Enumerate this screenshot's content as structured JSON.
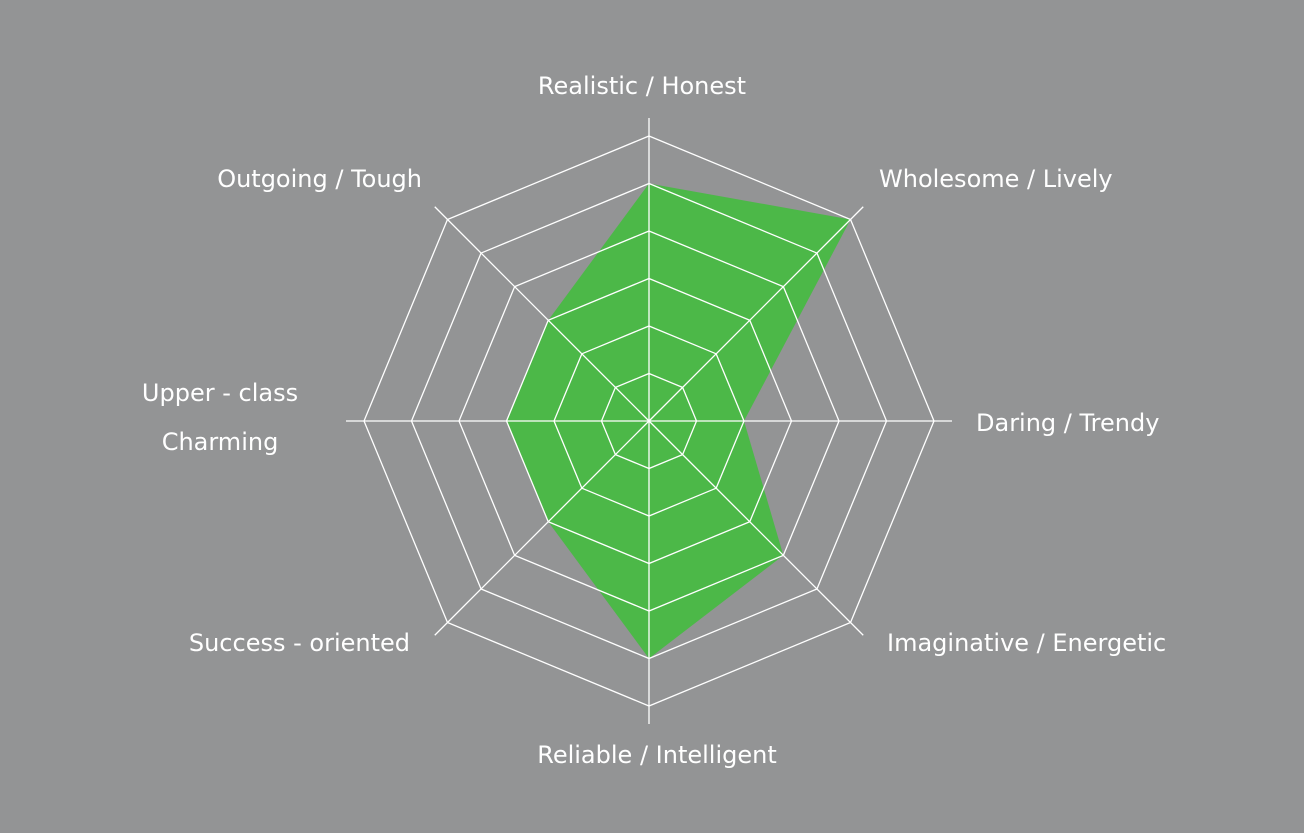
{
  "colors": {
    "background": "#939495",
    "grid": "#ffffff",
    "fill": "#4cb848",
    "label": "#ffffff"
  },
  "chart_data": {
    "type": "radar",
    "title": "",
    "axes": [
      {
        "label_lines": [
          "Realistic / Honest"
        ]
      },
      {
        "label_lines": [
          "Wholesome / Lively"
        ]
      },
      {
        "label_lines": [
          "Daring / Trendy"
        ]
      },
      {
        "label_lines": [
          "Imaginative / Energetic"
        ]
      },
      {
        "label_lines": [
          "Reliable / Intelligent"
        ]
      },
      {
        "label_lines": [
          "Success - oriented"
        ]
      },
      {
        "label_lines": [
          "Upper - class",
          "Charming"
        ]
      },
      {
        "label_lines": [
          "Outgoing / Tough"
        ]
      }
    ],
    "rings": 6,
    "range": [
      0,
      6
    ],
    "series": [
      {
        "values": [
          5,
          6,
          2,
          4,
          5,
          3,
          3,
          3
        ]
      }
    ]
  }
}
